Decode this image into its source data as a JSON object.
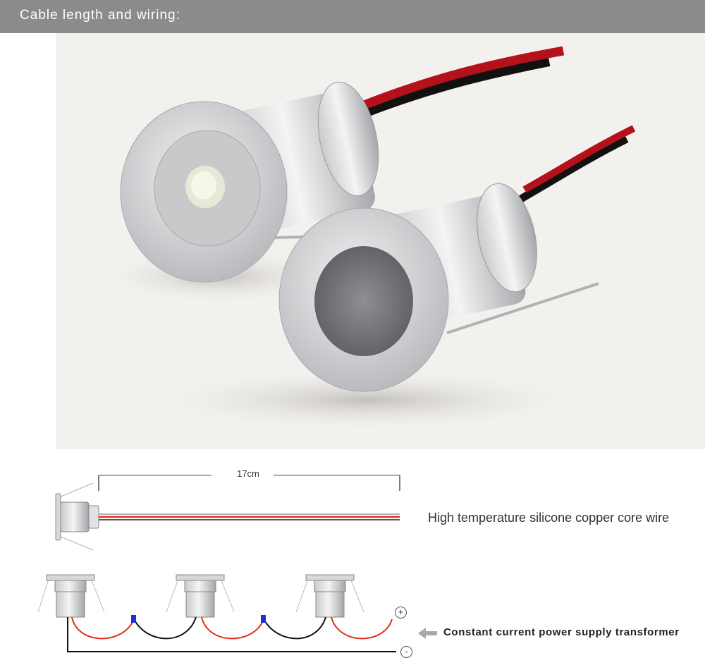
{
  "header": {
    "title": "Cable length and wiring:"
  },
  "cable_diagram": {
    "length_label": "17cm",
    "wire_caption": "High temperature silicone copper core wire"
  },
  "wiring_diagram": {
    "plus_symbol": "+",
    "minus_symbol": "-",
    "power_caption": "Constant current power supply transformer",
    "colors": {
      "positive": "#e0301e",
      "negative": "#111111",
      "connector": "#1f2fd8",
      "arrow": "#a9a9a9"
    }
  }
}
